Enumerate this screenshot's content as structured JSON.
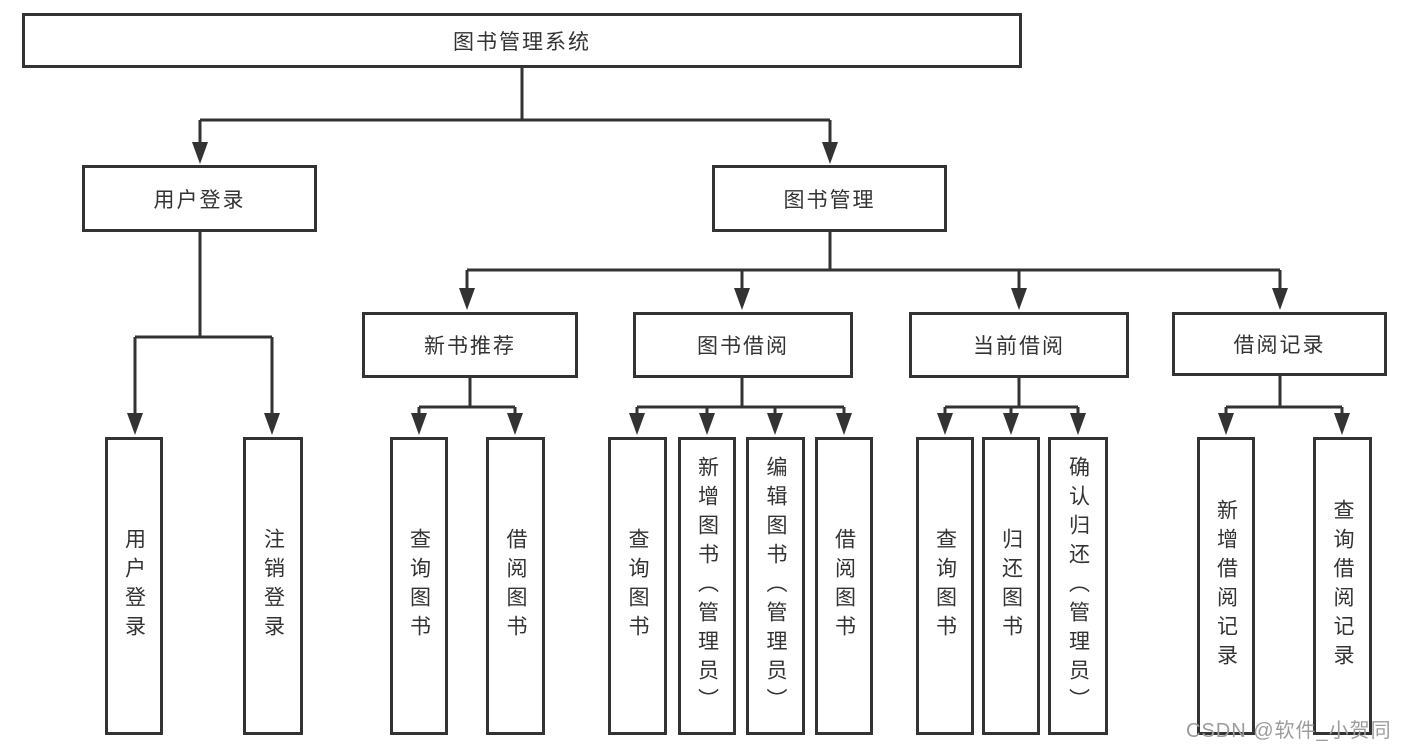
{
  "diagram": {
    "type": "hierarchy-tree",
    "root": {
      "label": "图书管理系统",
      "children": [
        {
          "label": "用户登录",
          "children": [
            {
              "label": "用户登录"
            },
            {
              "label": "注销登录"
            }
          ]
        },
        {
          "label": "图书管理",
          "children": [
            {
              "label": "新书推荐",
              "children": [
                {
                  "label": "查询图书"
                },
                {
                  "label": "借阅图书"
                }
              ]
            },
            {
              "label": "图书借阅",
              "children": [
                {
                  "label": "查询图书"
                },
                {
                  "label": "新增图书（管理员）"
                },
                {
                  "label": "编辑图书（管理员）"
                },
                {
                  "label": "借阅图书"
                }
              ]
            },
            {
              "label": "当前借阅",
              "children": [
                {
                  "label": "查询图书"
                },
                {
                  "label": "归还图书"
                },
                {
                  "label": "确认归还（管理员）"
                }
              ]
            },
            {
              "label": "借阅记录",
              "children": [
                {
                  "label": "新增借阅记录"
                },
                {
                  "label": "查询借阅记录"
                }
              ]
            }
          ]
        }
      ]
    }
  },
  "watermark": {
    "text": "CSDN @软件_小贺同学"
  },
  "colors": {
    "line": "#333333",
    "text": "#333333",
    "watermark": "#9c9c9c",
    "background": "#ffffff"
  }
}
